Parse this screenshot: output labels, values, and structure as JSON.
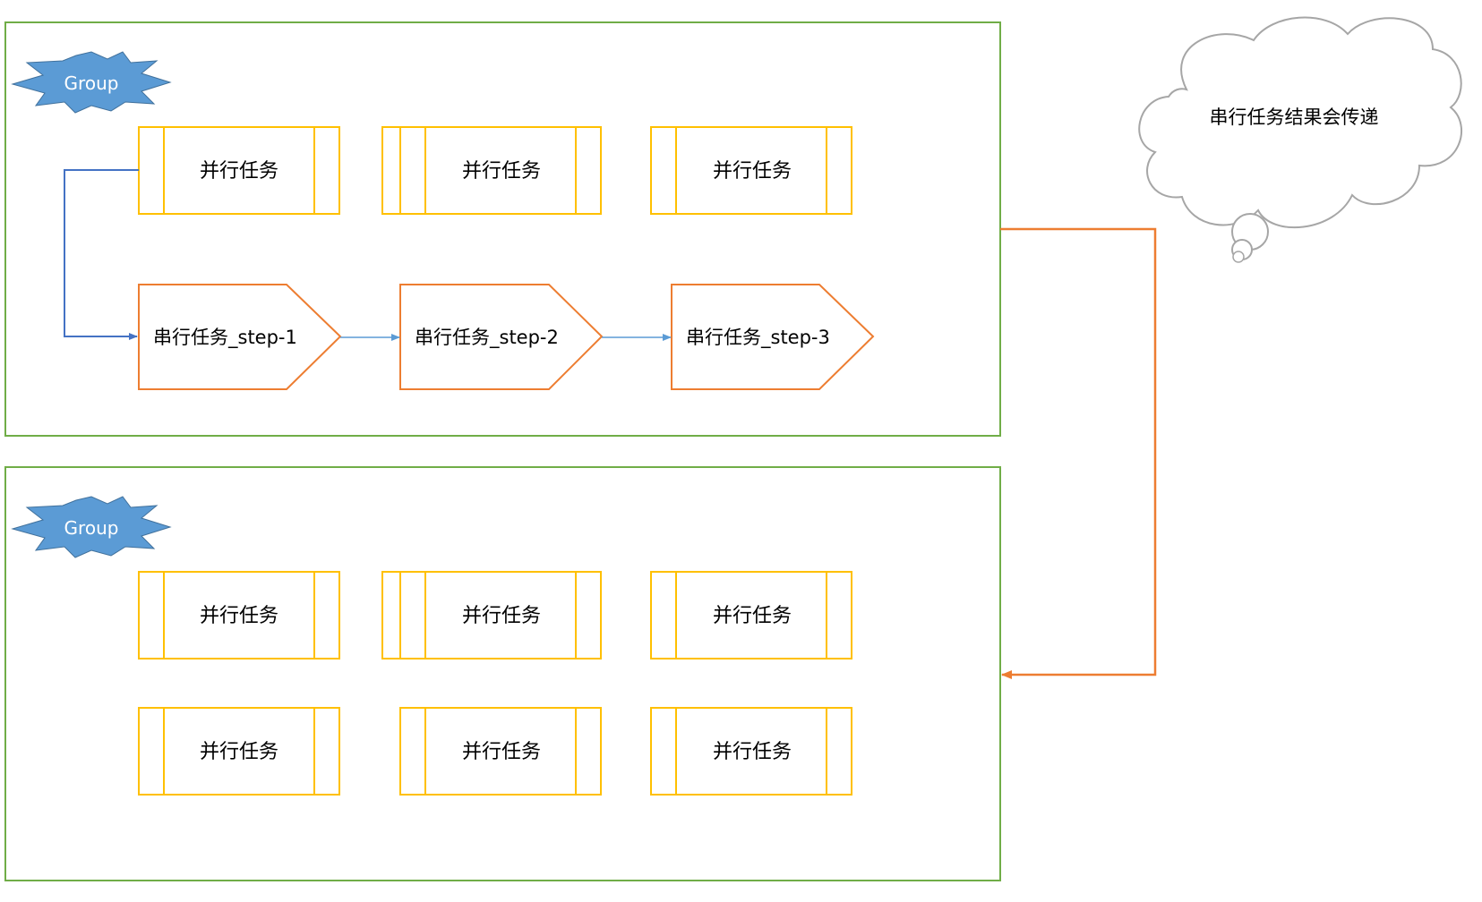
{
  "colors": {
    "group_border": "#70AD47",
    "parallel_task_border": "#FFC000",
    "serial_task_border": "#ED7D31",
    "group_badge_fill": "#5B9BD5",
    "group_badge_text": "#FFFFFF",
    "connector_blue": "#4472C4",
    "arrow_light_blue": "#5B9BD5",
    "connector_orange": "#ED7D31",
    "cloud_border": "#A6A6A6",
    "text": "#000000"
  },
  "icons": {
    "group_badge": "explosion-burst-shape",
    "thought": "cloud-callout-shape"
  },
  "groups": [
    {
      "badge_label": "Group",
      "parallel_tasks": [
        "并行任务",
        "并行任务",
        "并行任务"
      ],
      "serial_tasks": [
        "串行任务_step-1",
        "串行任务_step-2",
        "串行任务_step-3"
      ]
    },
    {
      "badge_label": "Group",
      "parallel_tasks": [
        "并行任务",
        "并行任务",
        "并行任务",
        "并行任务",
        "并行任务",
        "并行任务"
      ]
    }
  ],
  "cloud": {
    "text": "串行任务结果会传递"
  }
}
